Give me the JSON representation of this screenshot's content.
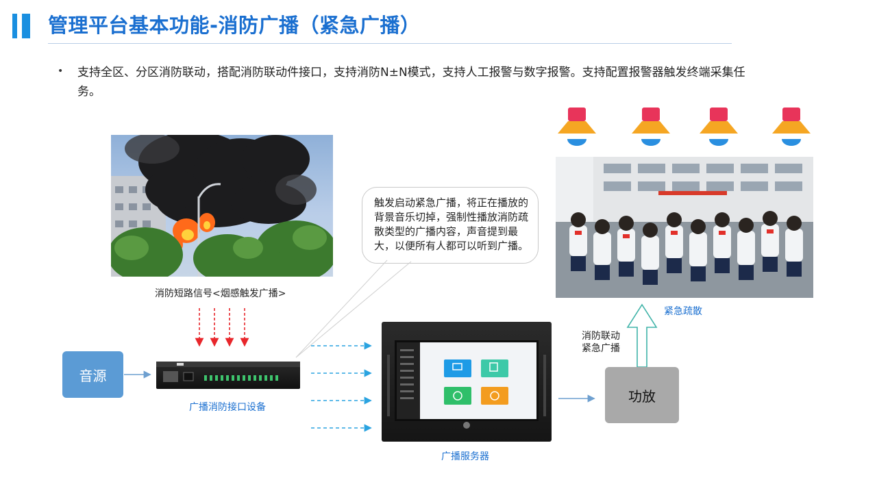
{
  "header": {
    "title": "管理平台基本功能-消防广播（紧急广播）"
  },
  "bullet": {
    "marker": "•",
    "text": "支持全区、分区消防联动，搭配消防联动件接口，支持消防N±N模式，支持人工报警与数字报警。支持配置报警器触发终端采集任务。"
  },
  "diagram": {
    "fire_caption": "消防短路信号<烟感触发广播>",
    "bubble_text": "触发启动紧急广播，将正在播放的背景音乐切掉，强制性播放消防疏散类型的广播内容，声音提到最大，以便所有人都可以听到广播。",
    "source_label": "音源",
    "interface_label": "广播消防接口设备",
    "server_label": "广播服务器",
    "amp_label": "功放",
    "linkage_label_line1": "消防联动",
    "linkage_label_line2": "紧急广播",
    "evac_label": "紧急疏散"
  },
  "colors": {
    "accent": "#1a6fd0",
    "title_bar": "#1a8fe0",
    "source_box": "#5b9bd5",
    "amp_box": "#a9a9a9",
    "alarm_arrow": "#e8262b",
    "flow_arrow": "#2aa3e0",
    "up_arrow": "#3fb3a8"
  },
  "icons": {
    "alarm_light": "alarm-light-icon",
    "monitor": "monitor-icon",
    "copy": "copy-icon",
    "clock": "clock-icon",
    "chart": "chart-icon"
  }
}
